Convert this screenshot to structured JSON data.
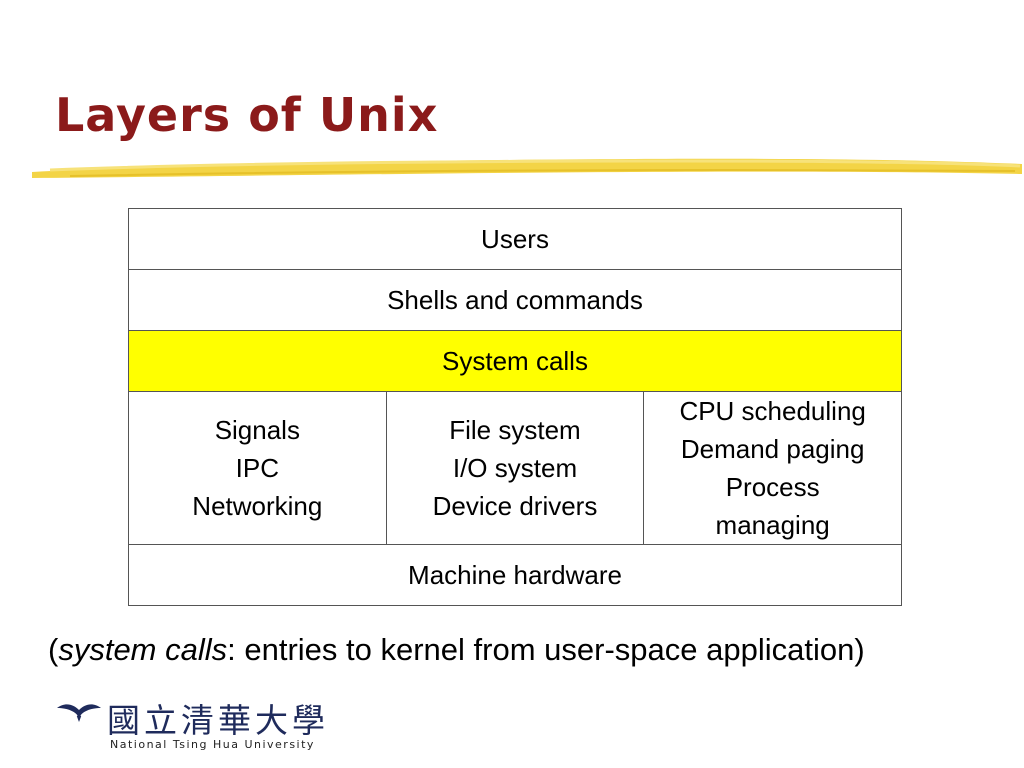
{
  "slide": {
    "title": "Layers of Unix"
  },
  "layers": {
    "users": "Users",
    "shells": "Shells and commands",
    "system_calls": "System calls",
    "columns": [
      {
        "lines": [
          "Signals",
          "IPC",
          "Networking"
        ]
      },
      {
        "lines": [
          "File system",
          "I/O system",
          "Device drivers"
        ]
      },
      {
        "lines": [
          "CPU scheduling",
          "Demand paging",
          "Process",
          "managing"
        ]
      }
    ],
    "hardware": "Machine hardware",
    "highlight_color": "#ffff00"
  },
  "caption": {
    "open": "(",
    "term": "system calls",
    "rest": ": entries to kernel from user-space application)"
  },
  "logo": {
    "chinese": "國立清華大學",
    "english": "National Tsing Hua University"
  },
  "colors": {
    "title": "#8b1a1a",
    "underline": "#f2d23c",
    "logo": "#1f2b5c"
  }
}
